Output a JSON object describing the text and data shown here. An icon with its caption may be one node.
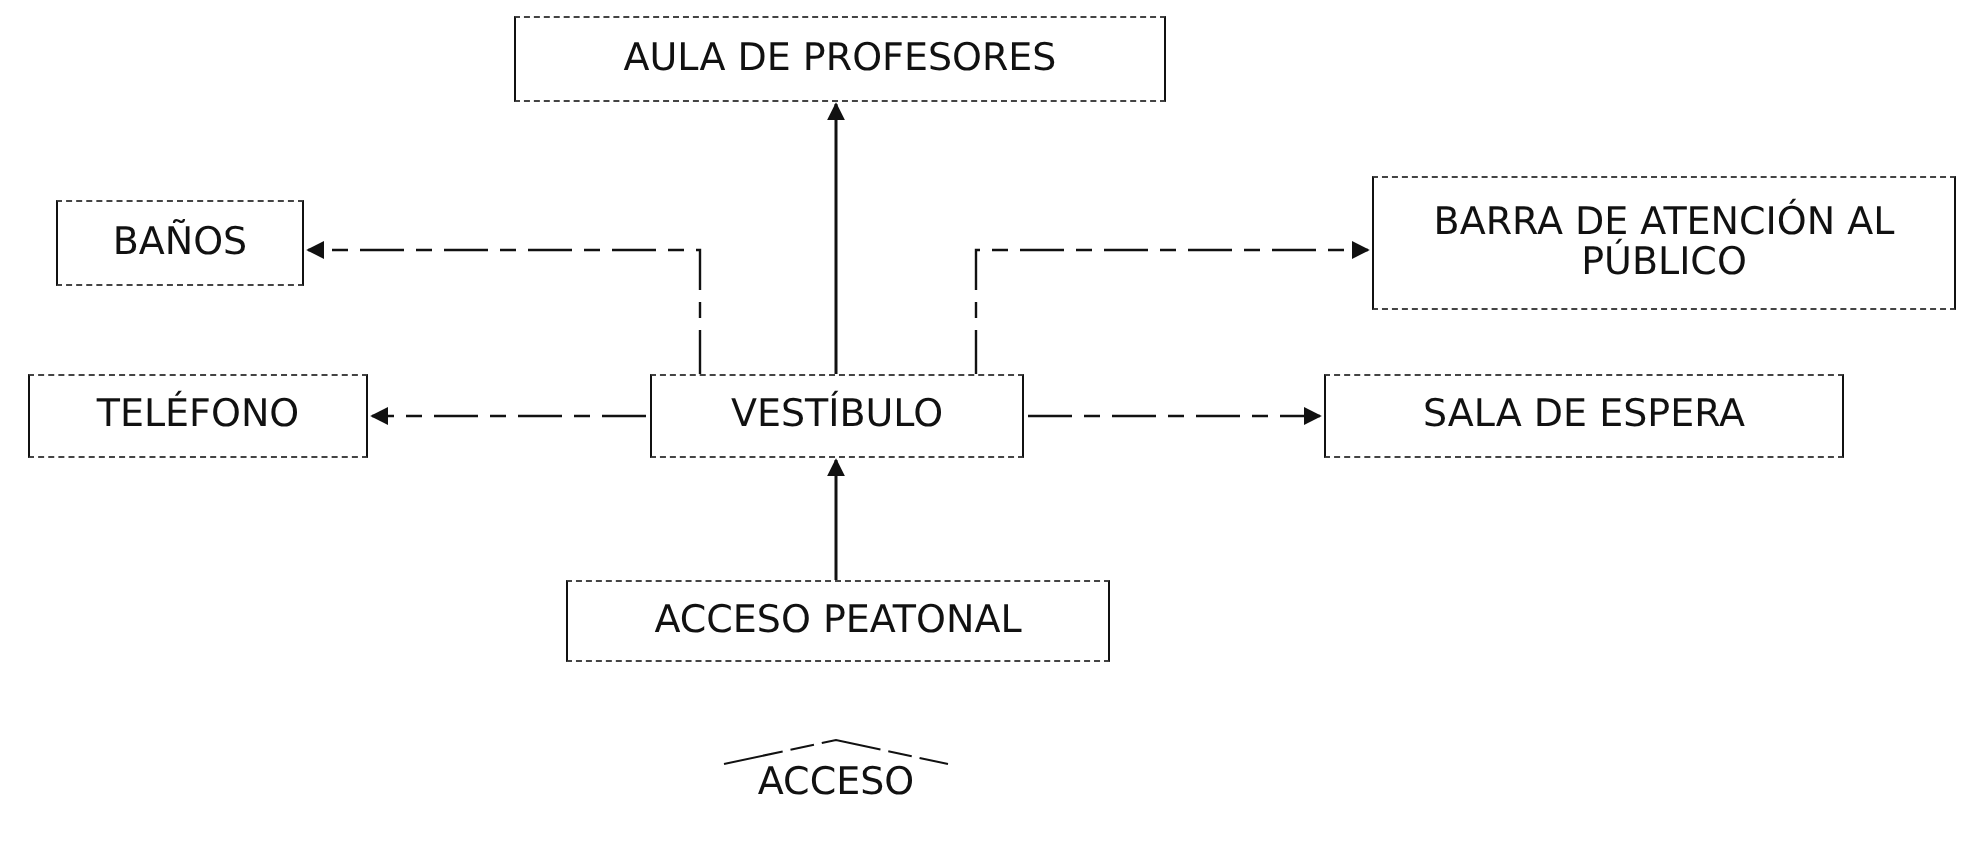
{
  "diagram": {
    "nodes": [
      {
        "text": [
          "AULA DE PROFESORES"
        ]
      },
      {
        "text": [
          "BAÑOS"
        ]
      },
      {
        "text": [
          "BARRA DE ATENCIÓN AL PÚBLICO"
        ]
      },
      {
        "text": [
          "TELÉFONO"
        ]
      },
      {
        "text": [
          "VESTÍBULO"
        ]
      },
      {
        "text": [
          "SALA DE ESPERA"
        ]
      },
      {
        "text": [
          "ACCESO PEATONAL"
        ]
      },
      {
        "text": [
          "ACCESO"
        ]
      }
    ],
    "edges": [
      {
        "from": 4,
        "to": 0,
        "arrow": "to"
      },
      {
        "from": 4,
        "to": 1,
        "arrow": "to",
        "style": "dashed"
      },
      {
        "from": 4,
        "to": 2,
        "arrow": "to",
        "style": "dashed"
      },
      {
        "from": 4,
        "to": 3,
        "arrow": "to",
        "style": "dashed"
      },
      {
        "from": 4,
        "to": 5,
        "arrow": "to",
        "style": "dashed"
      },
      {
        "from": 6,
        "to": 4,
        "arrow": "to"
      }
    ]
  }
}
